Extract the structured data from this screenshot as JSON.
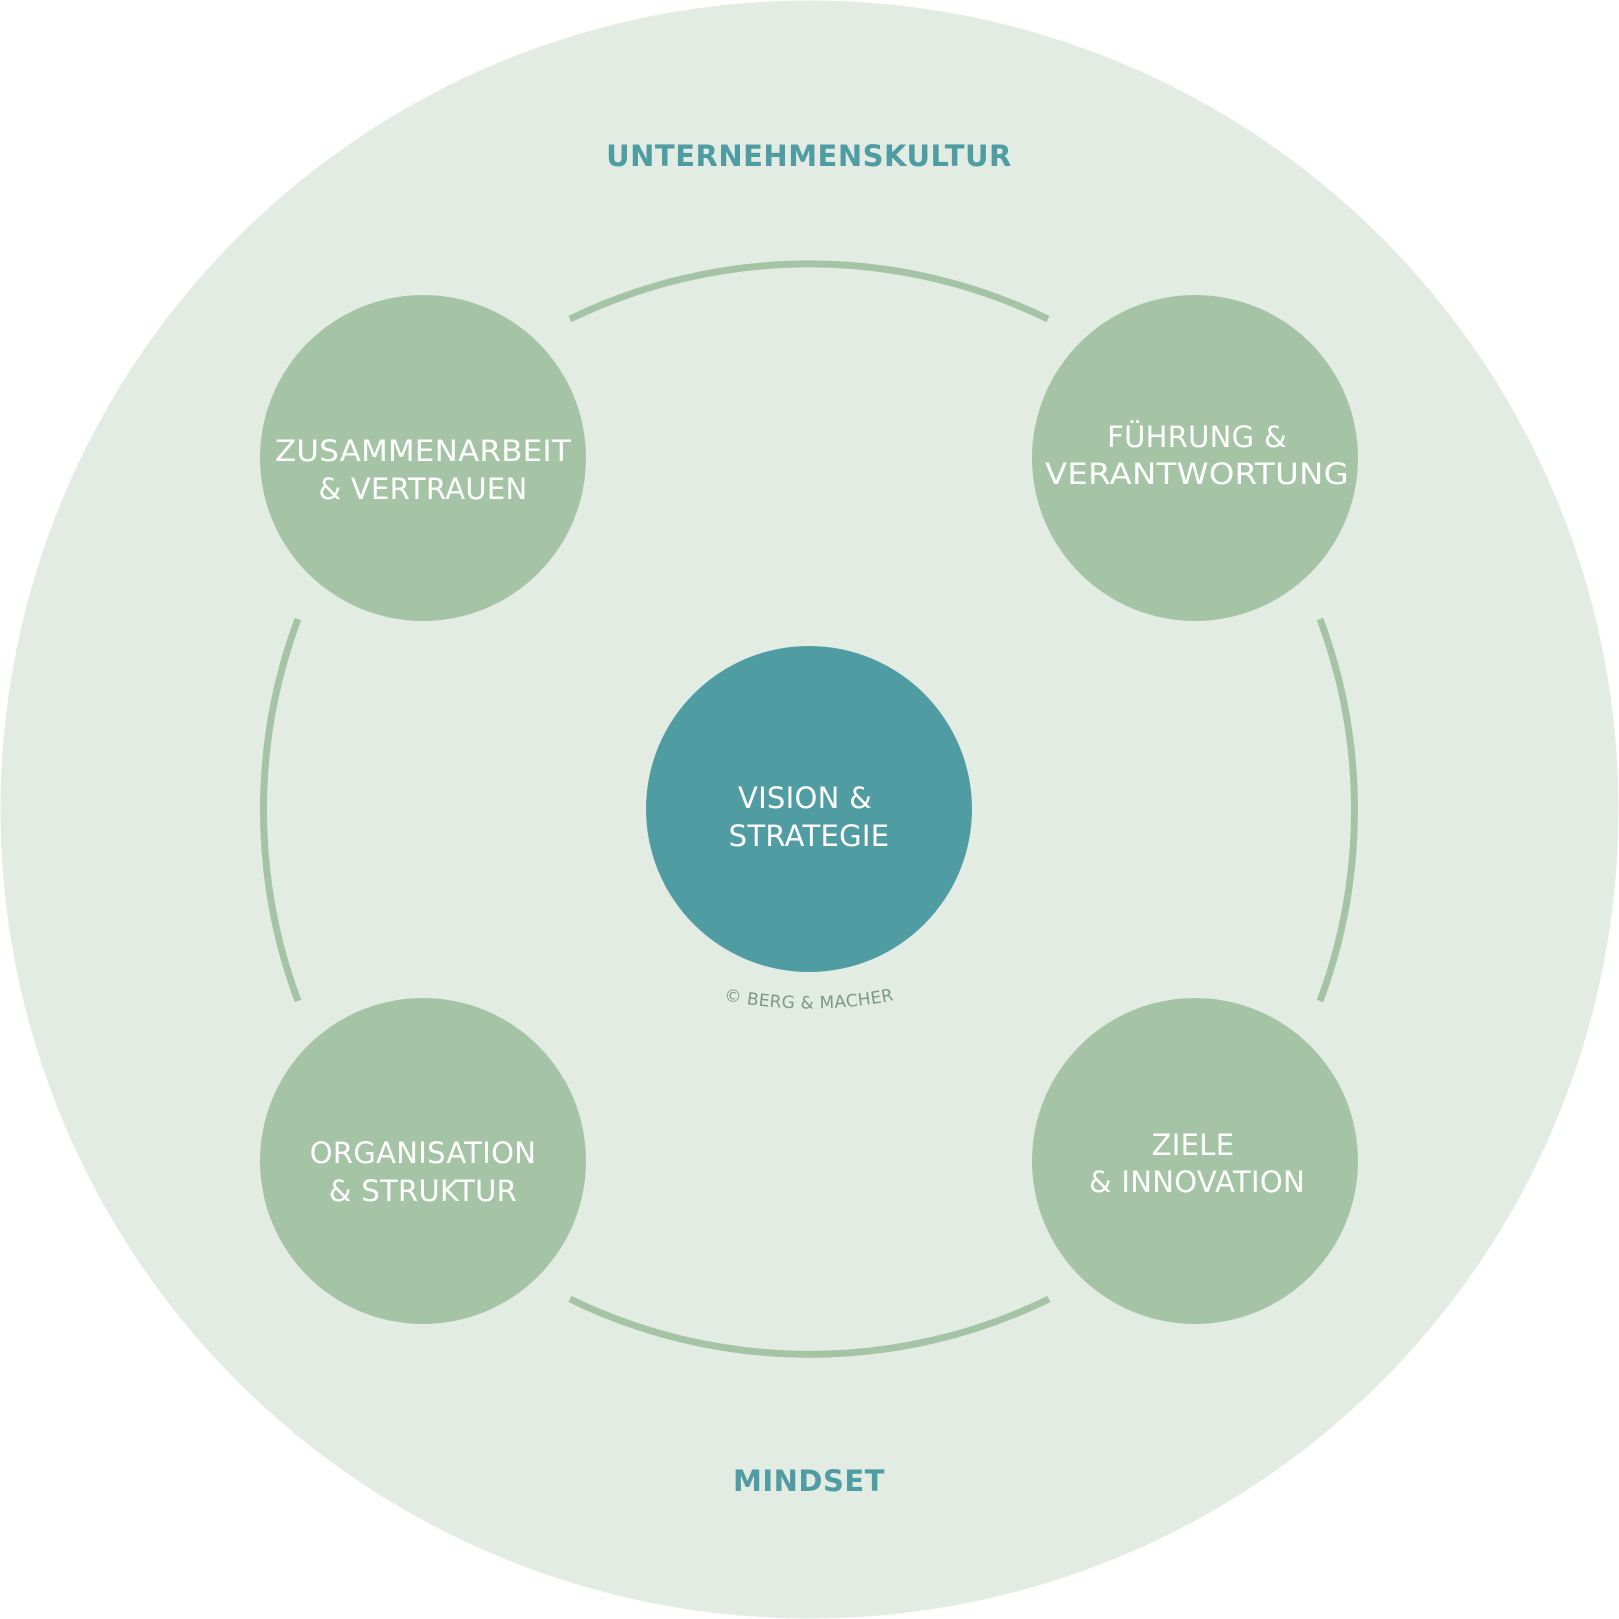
{
  "colors": {
    "page_background": "#ffffff",
    "outer_circle": "#e3ece3",
    "node_circle": "#a5c4a6",
    "center_circle": "#509ca3",
    "connector_arc": "#a5c4a6",
    "outer_label": "#4f9ca3",
    "node_text": "#ffffff",
    "copyright_text": "#7a9a85"
  },
  "outer": {
    "top_label": "UNTERNEHMENSKULTUR",
    "bottom_label": "MINDSET"
  },
  "center": {
    "line1": "VISION &",
    "line2": "STRATEGIE"
  },
  "nodes": {
    "top_left": {
      "line1": "ZUSAMMENARBEIT",
      "line2": "& VERTRAUEN"
    },
    "top_right": {
      "line1": "FÜHRUNG &",
      "line2": "VERANTWORTUNG"
    },
    "bottom_left": {
      "line1": "ORGANISATION",
      "line2": "& STRUKTUR"
    },
    "bottom_right": {
      "line1": "ZIELE",
      "line2": "& INNOVATION"
    }
  },
  "copyright": "© BERG & MACHER"
}
